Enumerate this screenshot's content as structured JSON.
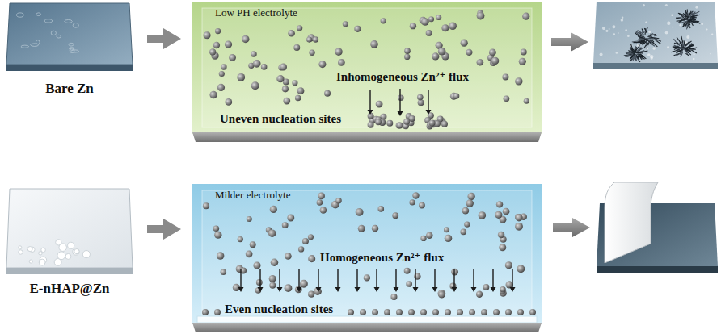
{
  "diagram": {
    "nodes": [
      {
        "text": [
          "Bare Zn"
        ]
      },
      {
        "text": [
          "Low PH electrolyte",
          "Inhomogeneous Zn²⁺ flux",
          "Uneven nucleation sites"
        ]
      },
      {
        "text": [
          "E-nHAP@Zn"
        ]
      },
      {
        "text": [
          "Milder electrolyte",
          "Homogeneous Zn²⁺ flux",
          "Even nucleation sites"
        ]
      }
    ],
    "edges": [
      {
        "from": 0,
        "to": 1,
        "arrow": "to"
      },
      {
        "from": 2,
        "to": 3,
        "arrow": "to"
      }
    ]
  }
}
